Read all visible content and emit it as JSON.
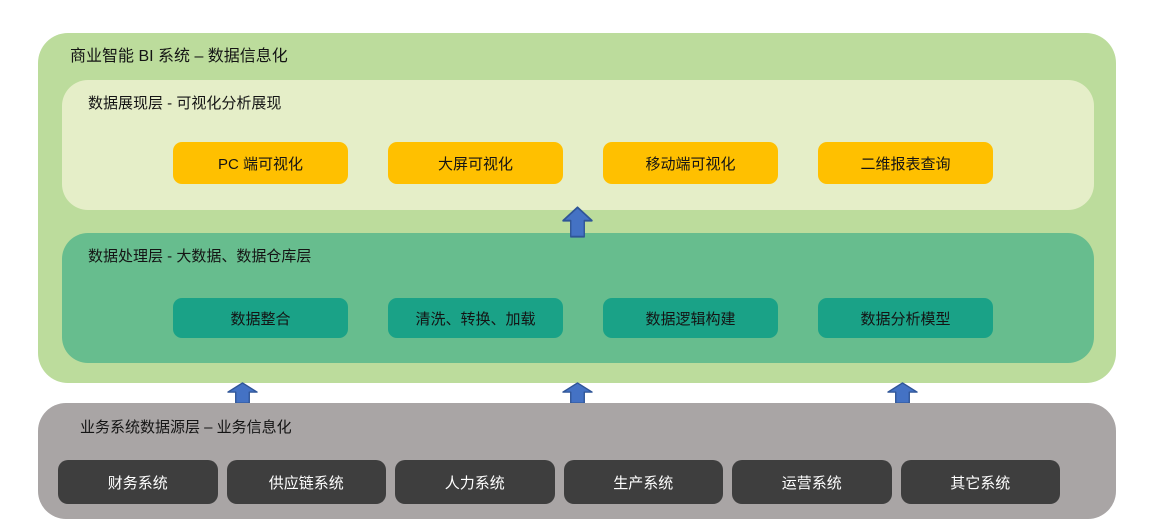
{
  "outer": {
    "title": "商业智能 BI 系统 – 数据信息化"
  },
  "presentation_layer": {
    "title": "数据展现层 - 可视化分析展现",
    "boxes": [
      "PC 端可视化",
      "大屏可视化",
      "移动端可视化",
      "二维报表查询"
    ]
  },
  "processing_layer": {
    "title": "数据处理层 - 大数据、数据仓库层",
    "boxes": [
      "数据整合",
      "清洗、转换、加载",
      "数据逻辑构建",
      "数据分析模型"
    ]
  },
  "source_layer": {
    "title": "业务系统数据源层 – 业务信息化",
    "boxes": [
      "财务系统",
      "供应链系统",
      "人力系统",
      "生产系统",
      "运营系统",
      "其它系统"
    ]
  },
  "icons": {
    "up_arrow_icon": "⬆"
  },
  "colors": {
    "outer_bg": "#bcdc9c",
    "presentation_bg": "#e5eec8",
    "processing_bg": "#67bd8e",
    "orange_box": "#ffc000",
    "teal_box": "#1aa287",
    "source_bg": "#a9a5a5",
    "source_box": "#3e3e3e",
    "arrow_fill": "#4472c4",
    "arrow_stroke": "#2f5597",
    "text_dark": "#141414",
    "text_light": "#ffffff"
  }
}
